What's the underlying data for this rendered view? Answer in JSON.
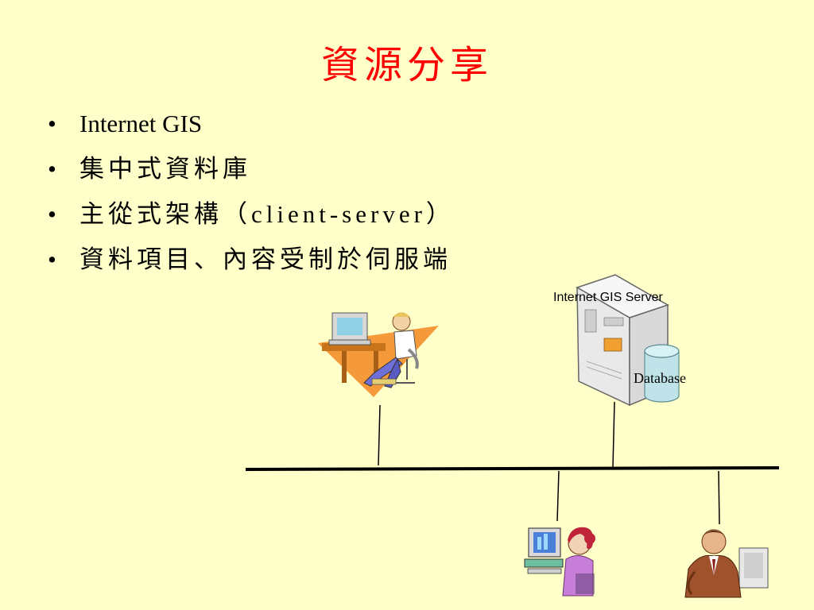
{
  "slide": {
    "title": "資源分享",
    "bullet_symbol": "•",
    "bullets": [
      "Internet GIS",
      "集中式資料庫",
      "主從式架構（client-server）",
      "資料項目、內容受制於伺服端"
    ]
  },
  "diagram": {
    "server_label": "Internet GIS Server",
    "database_label": "Database"
  },
  "colors": {
    "background": "#ffffc9",
    "title": "#ff0000",
    "database": "#bfe3e8",
    "server": "#eeeeee",
    "network_line": "#000000"
  },
  "icons": [
    "man-at-computer-icon",
    "server-icon",
    "database-icon",
    "woman-at-computer-icon",
    "businessman-at-computer-icon"
  ]
}
